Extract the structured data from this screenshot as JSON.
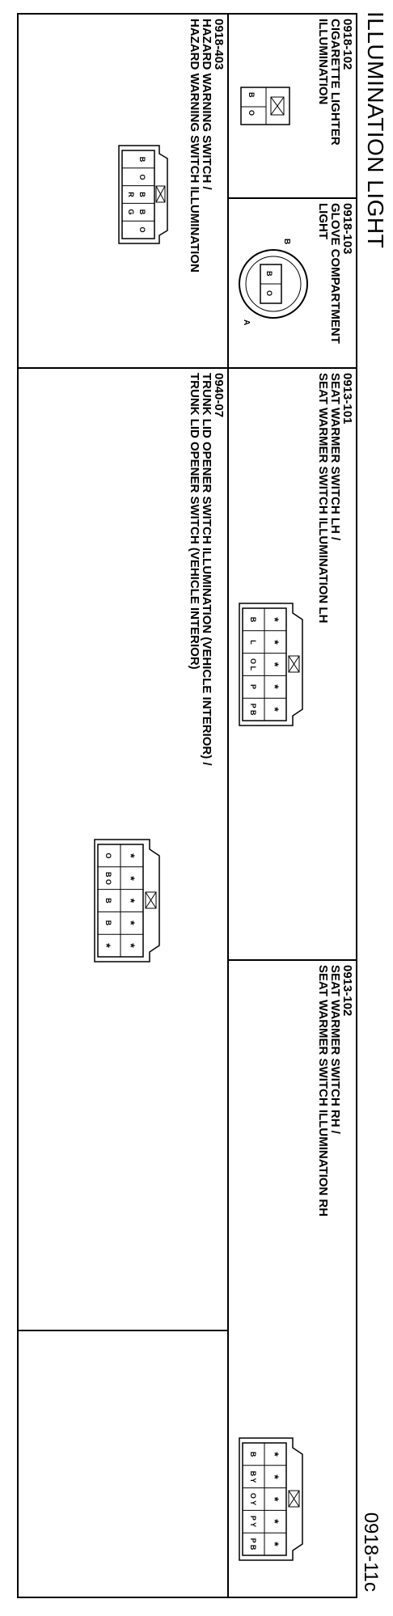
{
  "header": {
    "title": "ILLUMINATION LIGHT",
    "page_id": "0918-11c"
  },
  "connectors": [
    {
      "code": "0918-102",
      "desc": [
        "CIGARETTE LIGHTER",
        "ILLUMINATION"
      ],
      "pins": [
        "B",
        "O"
      ]
    },
    {
      "code": "0918-103",
      "desc": [
        "GLOVE COMPARTMENT",
        "LIGHT"
      ],
      "pins": [
        "B",
        "O"
      ],
      "side_labels": [
        "B",
        "A"
      ]
    },
    {
      "code": "0913-101",
      "desc": [
        "SEAT WARMER SWITCH LH /",
        "SEAT WARMER SWITCH ILLUMINATION LH"
      ],
      "top_row": [
        "*",
        "*",
        "*",
        "*",
        "*"
      ],
      "bottom_row": [
        "B",
        "L",
        "O L",
        "P",
        "P B"
      ]
    },
    {
      "code": "0913-102",
      "desc": [
        "SEAT WARMER SWITCH RH /",
        "SEAT WARMER SWITCH ILLUMINATION RH"
      ],
      "top_row": [
        "*",
        "*",
        "*",
        "*",
        "*"
      ],
      "bottom_row": [
        "B",
        "B Y",
        "O Y",
        "P Y",
        "P B"
      ]
    },
    {
      "code": "0918-403",
      "desc": [
        "HAZARD WARNING SWITCH /",
        "HAZARD WARNING SWITCH ILLUMINATION"
      ],
      "top_row": [
        "B",
        "O",
        "B",
        "B",
        "O"
      ],
      "bottom_row": [
        "",
        "",
        "R",
        "G",
        ""
      ]
    },
    {
      "code": "0940-07",
      "desc": [
        "TRUNK LID OPENER SWITCH ILLUMINATION (VEHICLE INTERIOR) /",
        "TRUNK LID OPENER SWITCH (VEHICLE INTERIOR)"
      ],
      "top_row": [
        "*",
        "*",
        "*",
        "*",
        "*"
      ],
      "bottom_row": [
        "O",
        "B O",
        "B",
        "B",
        "*"
      ]
    }
  ]
}
